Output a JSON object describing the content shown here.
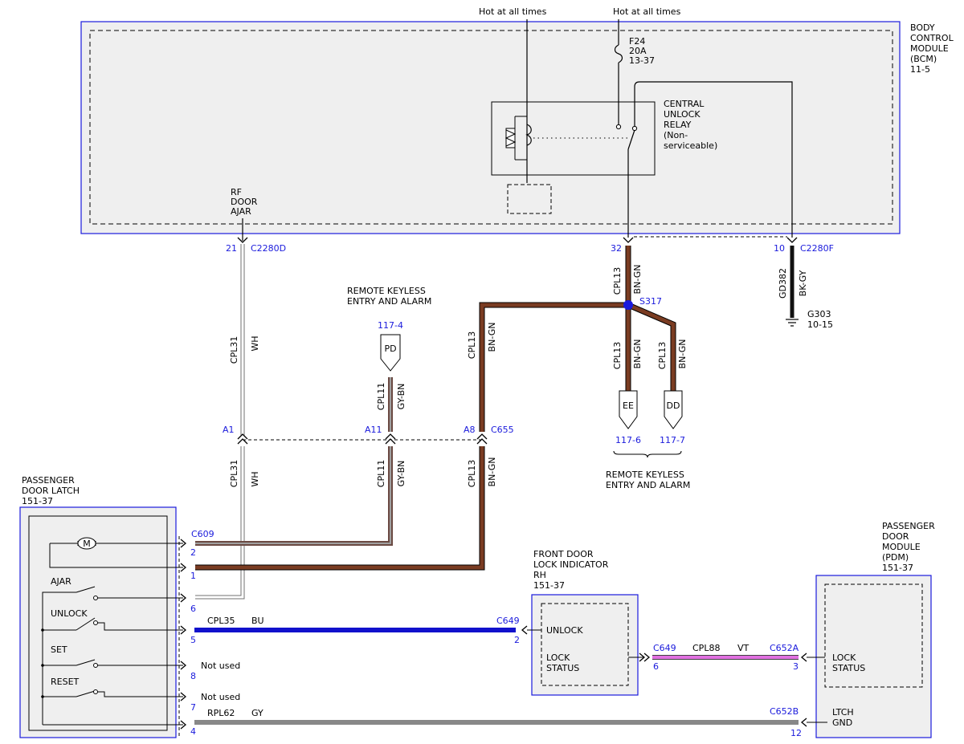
{
  "colors": {
    "module_fill": "#efefef",
    "module_border": "#1a1adc",
    "blue_text": "#1a1adc",
    "wire_bn_gn": "#7a3c22",
    "wire_gy_bn_outer": "#6b4a43",
    "wire_gy_bn_inner": "#a0a0a0",
    "wire_wh_outer": "#707070",
    "wire_bu": "#1111cc",
    "wire_vt": "#e070e0",
    "wire_gy": "#888888",
    "wire_bk_gy": "#111111",
    "splice": "#1a1adc"
  },
  "icons": [
    "fuse-icon",
    "relay-coil-icon",
    "relay-contact-icon",
    "motor-icon",
    "switch-icon",
    "ground-icon",
    "splice-dot-icon",
    "connector-arrow-icon"
  ],
  "header": {
    "hot_left": "Hot at all times",
    "hot_right": "Hot at all times"
  },
  "bcm": {
    "name": [
      "BODY",
      "CONTROL",
      "MODULE",
      "(BCM)"
    ],
    "ref": "11-5",
    "fuse": {
      "name": "F24",
      "rating": "20A",
      "ref": "13-37"
    },
    "relay": [
      "CENTRAL",
      "UNLOCK",
      "RELAY",
      "(Non-",
      "serviceable)"
    ],
    "rf_door_ajar": [
      "RF",
      "DOOR",
      "AJAR"
    ],
    "pin_21": "21",
    "conn_c2280d": "C2280D",
    "pin_32": "32",
    "pin_10": "10",
    "conn_c2280f": "C2280F"
  },
  "wires": {
    "cpl31": "CPL31",
    "wh": "WH",
    "cpl11": "CPL11",
    "gy_bn": "GY-BN",
    "cpl13": "CPL13",
    "bn_gn": "BN-GN",
    "gd382": "GD382",
    "bk_gy": "BK-GY",
    "cpl35": "CPL35",
    "bu": "BU",
    "cpl88": "CPL88",
    "vt": "VT",
    "rpl62": "RPL62",
    "gy": "GY"
  },
  "splice": {
    "name": "S317"
  },
  "ground": {
    "name": "G303",
    "ref": "10-15"
  },
  "rke_top": {
    "label": [
      "REMOTE KEYLESS",
      "ENTRY AND ALARM"
    ],
    "ref": "117-4",
    "connector": "PD"
  },
  "rke_bottom": {
    "label": [
      "REMOTE KEYLESS",
      "ENTRY AND ALARM"
    ],
    "ee": {
      "name": "EE",
      "ref": "117-6"
    },
    "dd": {
      "name": "DD",
      "ref": "117-7"
    }
  },
  "inline_c655": {
    "name": "C655",
    "pin_a1": "A1",
    "pin_a11": "A11",
    "pin_a8": "A8"
  },
  "latch": {
    "title": [
      "PASSENGER",
      "DOOR LATCH"
    ],
    "ref": "151-37",
    "connector": "C609",
    "switches": [
      "AJAR",
      "UNLOCK",
      "SET",
      "RESET"
    ],
    "pins": [
      "2",
      "1",
      "6",
      "5",
      "8",
      "7",
      "4"
    ],
    "not_used_8": "Not used",
    "not_used_7": "Not used"
  },
  "indicator": {
    "title": [
      "FRONT DOOR",
      "LOCK INDICATOR",
      "RH"
    ],
    "ref": "151-37",
    "conn_left": "C649",
    "pin_left": "2",
    "unlock": "UNLOCK",
    "lock_status": [
      "LOCK",
      "STATUS"
    ],
    "conn_right": "C649",
    "pin_right": "6"
  },
  "pdm": {
    "title": [
      "PASSENGER",
      "DOOR",
      "MODULE",
      "(PDM)"
    ],
    "ref": "151-37",
    "conn_a": "C652A",
    "pin_3": "3",
    "lock_status": [
      "LOCK",
      "STATUS"
    ],
    "conn_b": "C652B",
    "pin_12": "12",
    "ltch_gnd": [
      "LTCH",
      "GND"
    ]
  }
}
